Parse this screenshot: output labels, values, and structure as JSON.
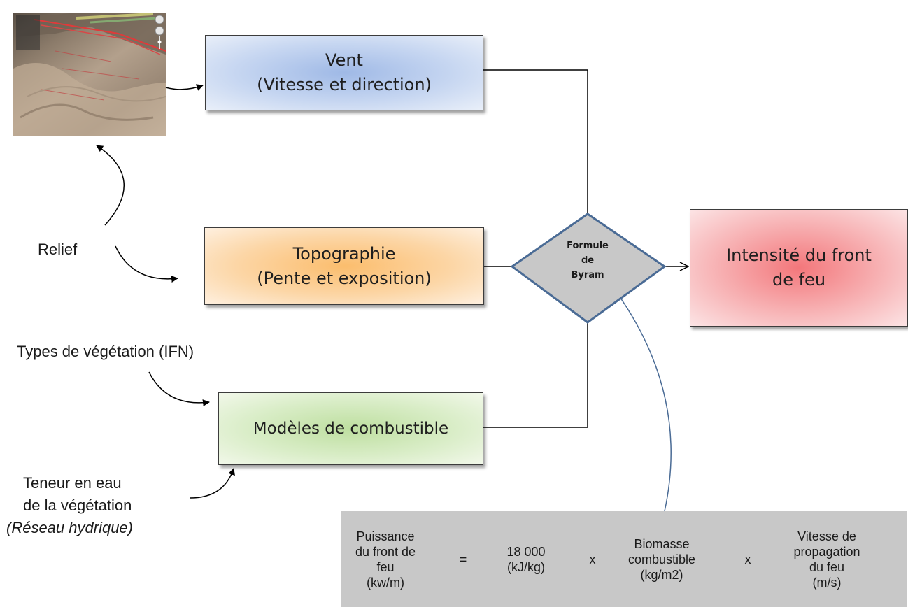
{
  "boxes": {
    "vent": {
      "line1": "Vent",
      "line2": "(Vitesse et direction)"
    },
    "topographie": {
      "line1": "Topographie",
      "line2": "(Pente et exposition)"
    },
    "combustible": {
      "line1": "Modèles de combustible"
    },
    "intensite": {
      "line1": "Intensité du front",
      "line2": "de feu"
    }
  },
  "diamond": {
    "line1": "Formule",
    "line2": "de",
    "line3": "Byram"
  },
  "labels": {
    "relief": "Relief",
    "vegetation": "Types de végétation (IFN)",
    "teneur_line1": "Teneur en eau",
    "teneur_line2": "de la végétation",
    "teneur_line3": "(Réseau hydrique)"
  },
  "formula": {
    "term1": [
      "Puissance",
      "du front de",
      "feu",
      "(kw/m)"
    ],
    "eq": "=",
    "term2": [
      "18 000",
      "(kJ/kg)"
    ],
    "op1": "x",
    "term3": [
      "Biomasse",
      "combustible",
      "(kg/m2)"
    ],
    "op2": "x",
    "term4": [
      "Vitesse de",
      "propagation",
      "du feu",
      "(m/s)"
    ]
  },
  "map_thumbnail": {
    "icon": "terrain-map-icon"
  },
  "colors": {
    "vent": "#b5cbee",
    "topographie": "#fcc78a",
    "combustible": "#cde6b4",
    "intensite": "#f58f92",
    "diamond_fill": "#c8c8c8",
    "diamond_border": "#4a6b95",
    "formula_panel": "#c8c8c8"
  }
}
